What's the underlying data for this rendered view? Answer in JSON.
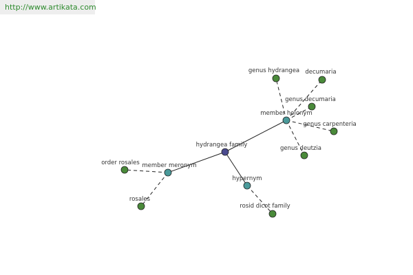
{
  "header": {
    "url": "http://www.artikata.com",
    "url_color": "#2e8b2e"
  },
  "colors": {
    "center_node": "#4a4a8e",
    "relation_node": "#4a9a9a",
    "leaf_node": "#4a8a3a",
    "node_stroke": "#222222",
    "edge": "#222222",
    "label": "#333333"
  },
  "graph": {
    "center": "hydrangea family",
    "relations": [
      "member holonym",
      "member meronym",
      "hypernym"
    ],
    "holonym_targets": [
      "genus hydrangea",
      "decumaria",
      "genus decumaria",
      "genus carpenteria",
      "genus deutzia"
    ],
    "meronym_targets": [
      "order rosales",
      "rosales"
    ],
    "hypernym_targets": [
      "rosid dicot family"
    ]
  }
}
